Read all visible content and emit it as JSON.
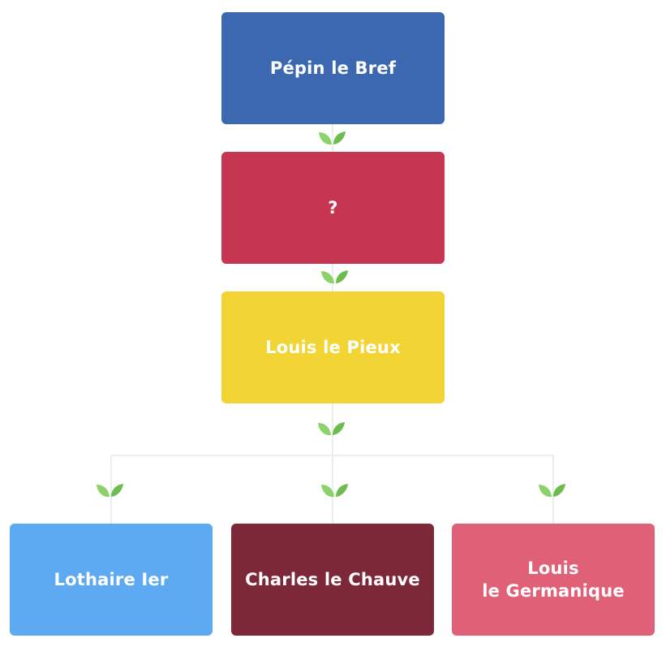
{
  "colors": {
    "connector": "#eceeee",
    "leaf_light": "#8cd26a",
    "leaf_dark": "#6cbc4e"
  },
  "nodes": {
    "root": {
      "label": "Pépin le Bref",
      "color": "#3b68b1"
    },
    "unknown": {
      "label": "?",
      "color": "#c63653"
    },
    "louis_pieux": {
      "label": "Louis le Pieux",
      "color": "#f2d435"
    },
    "lothaire": {
      "label": "Lothaire Ier",
      "color": "#5daaf2"
    },
    "charles": {
      "label": "Charles le Chauve",
      "color": "#7d2838"
    },
    "louis_germanique": {
      "label": "Louis\nle Germanique",
      "color": "#e06077"
    }
  },
  "icons": {
    "connector_marker": "leaf-sprout-icon"
  }
}
